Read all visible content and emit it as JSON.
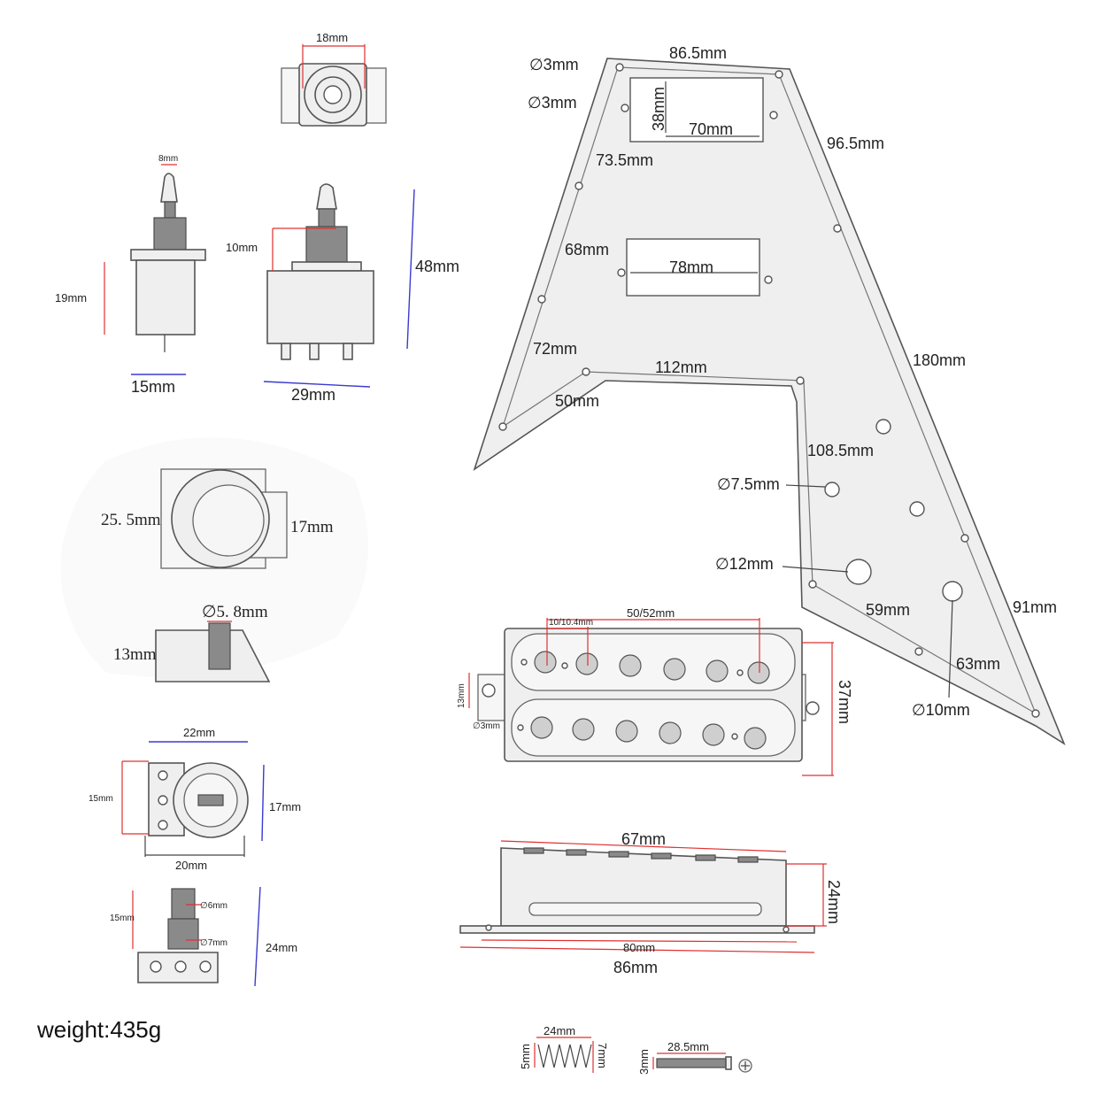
{
  "jack_plate": {
    "width": "18mm"
  },
  "toggle_small": {
    "tip": "8mm",
    "height": "19mm",
    "width": "15mm"
  },
  "toggle_large": {
    "thread": "10mm",
    "height": "48mm",
    "width": "29mm"
  },
  "knob": {
    "diameter": "25. 5mm",
    "inner": "17mm",
    "shaft": "∅5. 8mm",
    "height": "13mm"
  },
  "pot_top": {
    "width_top": "22mm",
    "side": "15mm",
    "height": "17mm",
    "width_bottom": "20mm"
  },
  "pot_side": {
    "shaft_upper": "∅6mm",
    "shaft_lower": "∅7mm",
    "shaft_len": "15mm",
    "height": "24mm"
  },
  "pickguard": {
    "screw_hole_1": "∅3mm",
    "screw_hole_2": "∅3mm",
    "top_width": "86.5mm",
    "neck_cavity_height": "38mm",
    "neck_cavity_width": "70mm",
    "side_right_upper": "96.5mm",
    "side_left_upper": "73.5mm",
    "bridge_cavity_width": "78mm",
    "side_left_mid": "68mm",
    "side_left_lower": "72mm",
    "inner_top": "112mm",
    "inner_left": "50mm",
    "side_right": "180mm",
    "inner_right": "108.5mm",
    "hole_small": "∅7.5mm",
    "hole_medium": "∅12mm",
    "bottom_inner": "59mm",
    "side_right_lower": "91mm",
    "bottom_right": "63mm",
    "hole_large": "∅10mm"
  },
  "humbucker": {
    "pole_spacing": "10/10.4mm",
    "span": "50/52mm",
    "tab_height": "13mm",
    "tab_hole": "∅3mm",
    "height": "37mm"
  },
  "baseplate": {
    "top_length": "67mm",
    "height": "24mm",
    "inner_length": "80mm",
    "total_length": "86mm"
  },
  "spring": {
    "length": "24mm",
    "outer": "5mm",
    "inner": "7mm"
  },
  "screw": {
    "length": "28.5mm",
    "diameter": "3mm"
  },
  "weight": "weight:435g"
}
